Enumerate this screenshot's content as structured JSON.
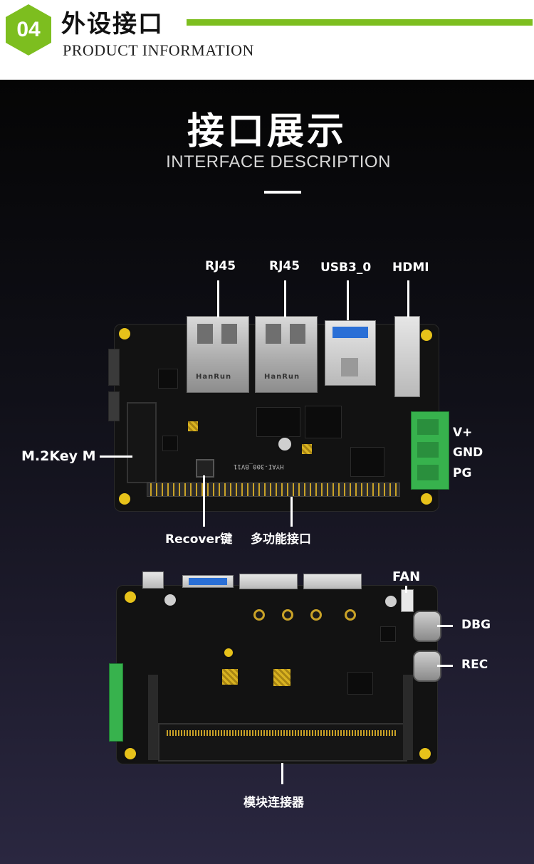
{
  "header": {
    "badge_number": "04",
    "title": "外设接口",
    "subtitle": "PRODUCT INFORMATION",
    "accent_color": "#7dbe1f"
  },
  "section": {
    "title": "接口展示",
    "subtitle": "INTERFACE DESCRIPTION"
  },
  "top_board": {
    "labels": {
      "rj45_a": "RJ45",
      "rj45_b": "RJ45",
      "usb": "USB3_0",
      "hdmi": "HDMI",
      "m2": "M.2Key M",
      "vplus": "V+",
      "gnd": "GND",
      "pg": "PG",
      "recover": "Recover键",
      "multi": "多功能接口"
    },
    "silkscreen": {
      "jack_brand": "HanRun",
      "model": "HYAI-300_BV11"
    }
  },
  "bottom_board": {
    "labels": {
      "fan": "FAN",
      "dbg": "DBG",
      "rec": "REC",
      "module": "模块连接器"
    }
  }
}
